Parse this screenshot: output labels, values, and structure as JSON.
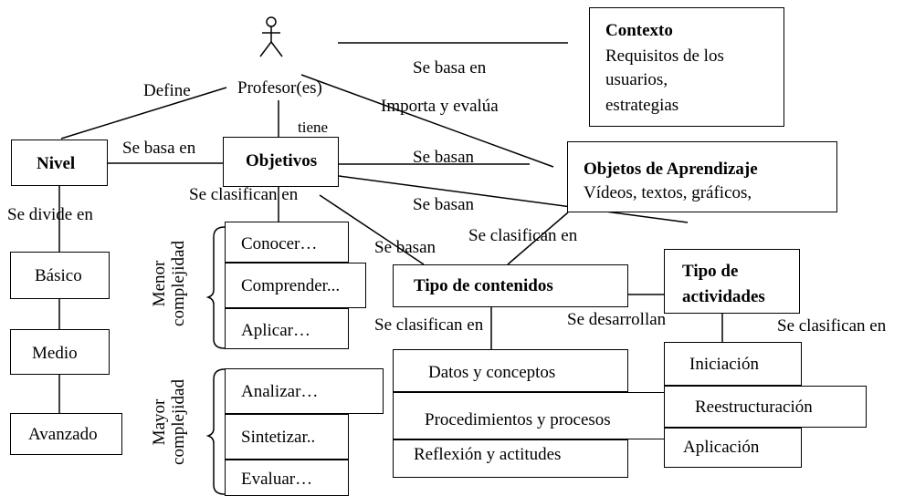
{
  "actor": {
    "label": "Profesor(es)"
  },
  "edges": {
    "define": "Define",
    "se_basa_en_contexto": "Se basa en",
    "importa_y_evalua": "Importa y evalúa",
    "tiene": "tiene",
    "se_basa_en_nivel": "Se basa en",
    "se_basan_1": "Se basan",
    "se_basan_2": "Se basan",
    "se_clasifican_objetivos": "Se clasifican en",
    "se_divide_en": "Se divide en",
    "se_basan_3": "Se basan",
    "se_clasifican_objetos": "Se clasifican en",
    "se_clasifican_contenidos": "Se clasifican en",
    "se_desarrollan": "Se desarrollan",
    "se_clasifican_actividades": "Se clasifican en"
  },
  "contexto": {
    "title": "Contexto",
    "lines": [
      "Requisitos de los",
      "usuarios,",
      "estrategias"
    ]
  },
  "objetos": {
    "title": "Objetos de Aprendizaje",
    "desc": "Vídeos, textos, gráficos,"
  },
  "nivel": {
    "title": "Nivel",
    "levels": [
      "Básico",
      "Medio",
      "Avanzado"
    ]
  },
  "objetivos": {
    "title": "Objetivos",
    "menor_label": [
      "Menor",
      "complejidad"
    ],
    "mayor_label": [
      "Mayor",
      "complejidad"
    ],
    "menor": [
      "Conocer…",
      "Comprender...",
      "Aplicar…"
    ],
    "mayor": [
      "Analizar…",
      "Sintetizar..",
      "Evaluar…"
    ]
  },
  "contenidos": {
    "title": "Tipo de contenidos",
    "items": [
      "Datos y conceptos",
      "Procedimientos y procesos",
      "Reflexión y actitudes"
    ]
  },
  "actividades": {
    "title": [
      "Tipo de",
      "actividades"
    ],
    "items": [
      "Iniciación",
      "Reestructuración",
      "Aplicación"
    ]
  }
}
